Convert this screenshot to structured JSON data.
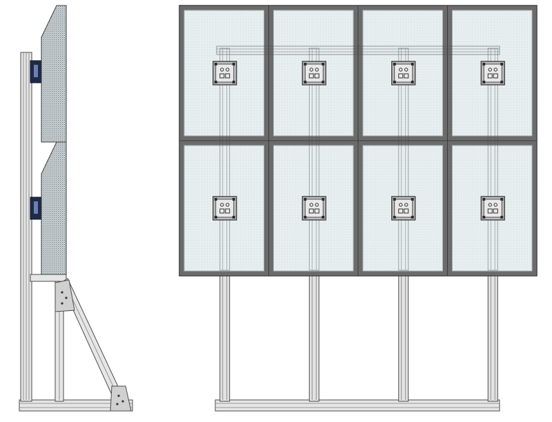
{
  "drawing": {
    "views": [
      "side-view",
      "front-view"
    ],
    "front_view": {
      "grid": {
        "columns": 4,
        "rows": 2
      },
      "uprights": 4,
      "mounts_per_panel": 1
    },
    "side_view": {
      "panels_stacked": 2,
      "brace": "diagonal"
    }
  },
  "colors": {
    "bezel": "#6b6b6b",
    "bezel_edge": "#3c3c3c",
    "screen": "#e7eef0",
    "screen_edge": "#a9b3b6",
    "frame": "#e2e2e2",
    "frame_line": "#4a4a4a",
    "mount": "#bdbdbd",
    "mount_dark": "#2e2e2e",
    "side_panel": "#7f8a8f",
    "side_bracket": "#1f2a44"
  }
}
